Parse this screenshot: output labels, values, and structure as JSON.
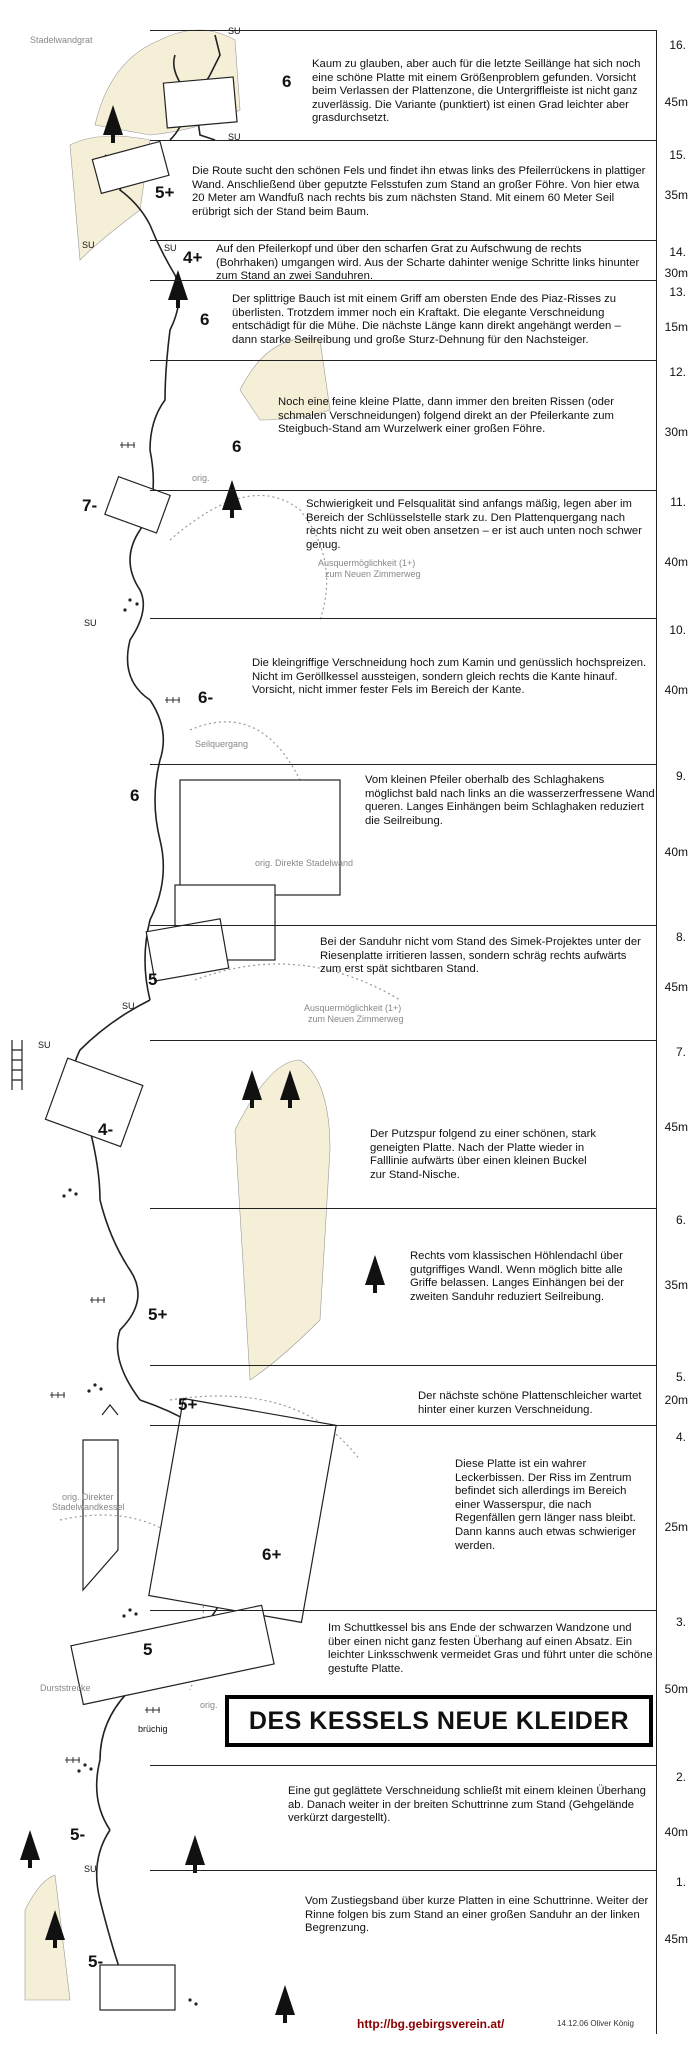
{
  "route_title": "DES KESSELS NEUE KLEIDER",
  "labels": {
    "ridge": "Stadelwandgrat",
    "variant_1": "Ausquermöglichkeit (1+)",
    "variant_1b": "zum Neuen Zimmerweg",
    "variant_2": "Ausquermöglichkeit (1+)",
    "variant_2b": "zum Neuen Zimmerweg",
    "seilquergang": "Seilquergang",
    "orig_direkte": "orig. Direkte Stadelwand",
    "orig_direkter_1": "orig. Direkter",
    "orig_direkter_2": "Stadelwandkessel",
    "orig": "orig.",
    "orig2": "orig.",
    "durststrecke": "Durststrecke",
    "bruechig": "brüchig",
    "su": "SU"
  },
  "pitches": [
    {
      "num": "16.",
      "length": "45m",
      "grade": "6",
      "text": "Kaum zu glauben, aber auch für die letzte Seillänge hat sich noch eine schöne Platte mit einem Größenproblem gefunden. Vorsicht beim Verlassen der Plattenzone, die Untergriffleiste ist nicht ganz zuverlässig. Die Variante (punktiert) ist einen Grad leichter aber grasdurchsetzt."
    },
    {
      "num": "15.",
      "length": "35m",
      "grade": "5+",
      "text": "Die Route sucht den schönen Fels und findet ihn etwas links des Pfeilerrückens in plattiger Wand. Anschließend über geputzte Felsstufen zum Stand an großer Föhre. Von hier etwa 20 Meter am Wandfuß nach rechts bis zum nächsten Stand. Mit einem 60 Meter Seil erübrigt sich der Stand beim Baum."
    },
    {
      "num": "14.",
      "length": "30m",
      "grade": "4+",
      "text": "Auf den Pfeilerkopf und über den scharfen Grat zu Aufschwung de rechts (Bohrhaken) umgangen wird. Aus der Scharte dahinter wenige Schritte links hinunter zum Stand an zwei Sanduhren."
    },
    {
      "num": "13.",
      "length": "15m",
      "grade": "6",
      "text": "Der splittrige Bauch ist mit einem Griff am obersten Ende des Piaz-Risses zu überlisten. Trotzdem immer noch ein Kraftakt. Die elegante Verschneidung entschädigt für die Mühe. Die nächste Länge kann direkt angehängt werden – dann starke Seilreibung und große Sturz-Dehnung für den Nachsteiger."
    },
    {
      "num": "12.",
      "length": "30m",
      "grade": "6",
      "text": "Noch eine feine kleine Platte, dann immer den breiten Rissen (oder schmalen Verschneidungen) folgend direkt an der Pfeilerkante zum Steigbuch-Stand am Wurzelwerk einer großen Föhre."
    },
    {
      "num": "11.",
      "length": "40m",
      "grade": "7-",
      "text": "Schwierigkeit und Felsqualität sind anfangs mäßig, legen aber im Bereich der Schlüsselstelle stark zu. Den Plattenquergang nach rechts nicht zu weit oben ansetzen – er ist auch unten noch schwer genug."
    },
    {
      "num": "10.",
      "length": "40m",
      "grade": "6-",
      "text": "Die kleingriffige Verschneidung hoch zum Kamin und genüsslich hochspreizen. Nicht im Geröllkessel aussteigen, sondern gleich rechts die Kante hinauf. Vorsicht, nicht immer fester Fels im Bereich der Kante."
    },
    {
      "num": "9.",
      "length": "40m",
      "grade": "6",
      "text": "Vom kleinen Pfeiler oberhalb des Schlaghakens möglichst bald nach links an die wasserzerfressene Wand queren. Langes Einhängen beim Schlaghaken reduziert die Seilreibung."
    },
    {
      "num": "8.",
      "length": "45m",
      "grade": "5",
      "text": "Bei der Sanduhr nicht vom Stand des Simek-Projektes unter der Riesenplatte irritieren lassen, sondern schräg rechts aufwärts zum erst spät sichtbaren Stand."
    },
    {
      "num": "7.",
      "length": "45m",
      "grade": "4-",
      "text": "Der Putzspur folgend zu einer schönen, stark geneigten Platte. Nach der Platte wieder in Falllinie aufwärts über einen kleinen Buckel zur Stand-Nische."
    },
    {
      "num": "6.",
      "length": "35m",
      "grade": "5+",
      "text": "Rechts vom klassischen Höhlendachl über gutgriffiges Wandl. Wenn möglich bitte alle Griffe belassen. Langes Einhängen bei der zweiten Sanduhr reduziert Seilreibung."
    },
    {
      "num": "5.",
      "length": "20m",
      "grade": "5+",
      "text": "Der nächste schöne Plattenschleicher wartet hinter einer kurzen Verschneidung."
    },
    {
      "num": "4.",
      "length": "25m",
      "grade": "6+",
      "text": "Diese Platte ist ein wahrer Leckerbissen. Der Riss im Zentrum befindet sich allerdings im Bereich einer Wasserspur, die nach Regenfällen gern länger nass bleibt. Dann kanns auch etwas schwieriger werden."
    },
    {
      "num": "3.",
      "length": "50m",
      "grade": "5",
      "text": "Im Schuttkessel bis ans Ende der schwarzen Wandzone und über einen nicht ganz festen Überhang auf einen Absatz. Ein leichter Linksschwenk vermeidet Gras und führt unter die schöne gestufte Platte."
    },
    {
      "num": "2.",
      "length": "40m",
      "grade": "5-",
      "text": "Eine gut geglättete Verschneidung schließt mit einem kleinen Überhang ab. Danach weiter in der breiten Schuttrinne zum Stand (Gehgelände verkürzt dargestellt)."
    },
    {
      "num": "1.",
      "length": "45m",
      "grade": "5-",
      "text": "Vom Zustiegsband über kurze Platten in eine Schuttrinne. Weiter der Rinne folgen bis zum Stand an einer großen Sanduhr an der linken Begrenzung."
    }
  ],
  "footer": {
    "url": "http://bg.gebirgsverein.at/",
    "date_author": "14.12.06 Oliver König"
  },
  "colors": {
    "line": "#222222",
    "shade": "#f6efd7",
    "url": "#8b0000",
    "gray": "#888888"
  }
}
